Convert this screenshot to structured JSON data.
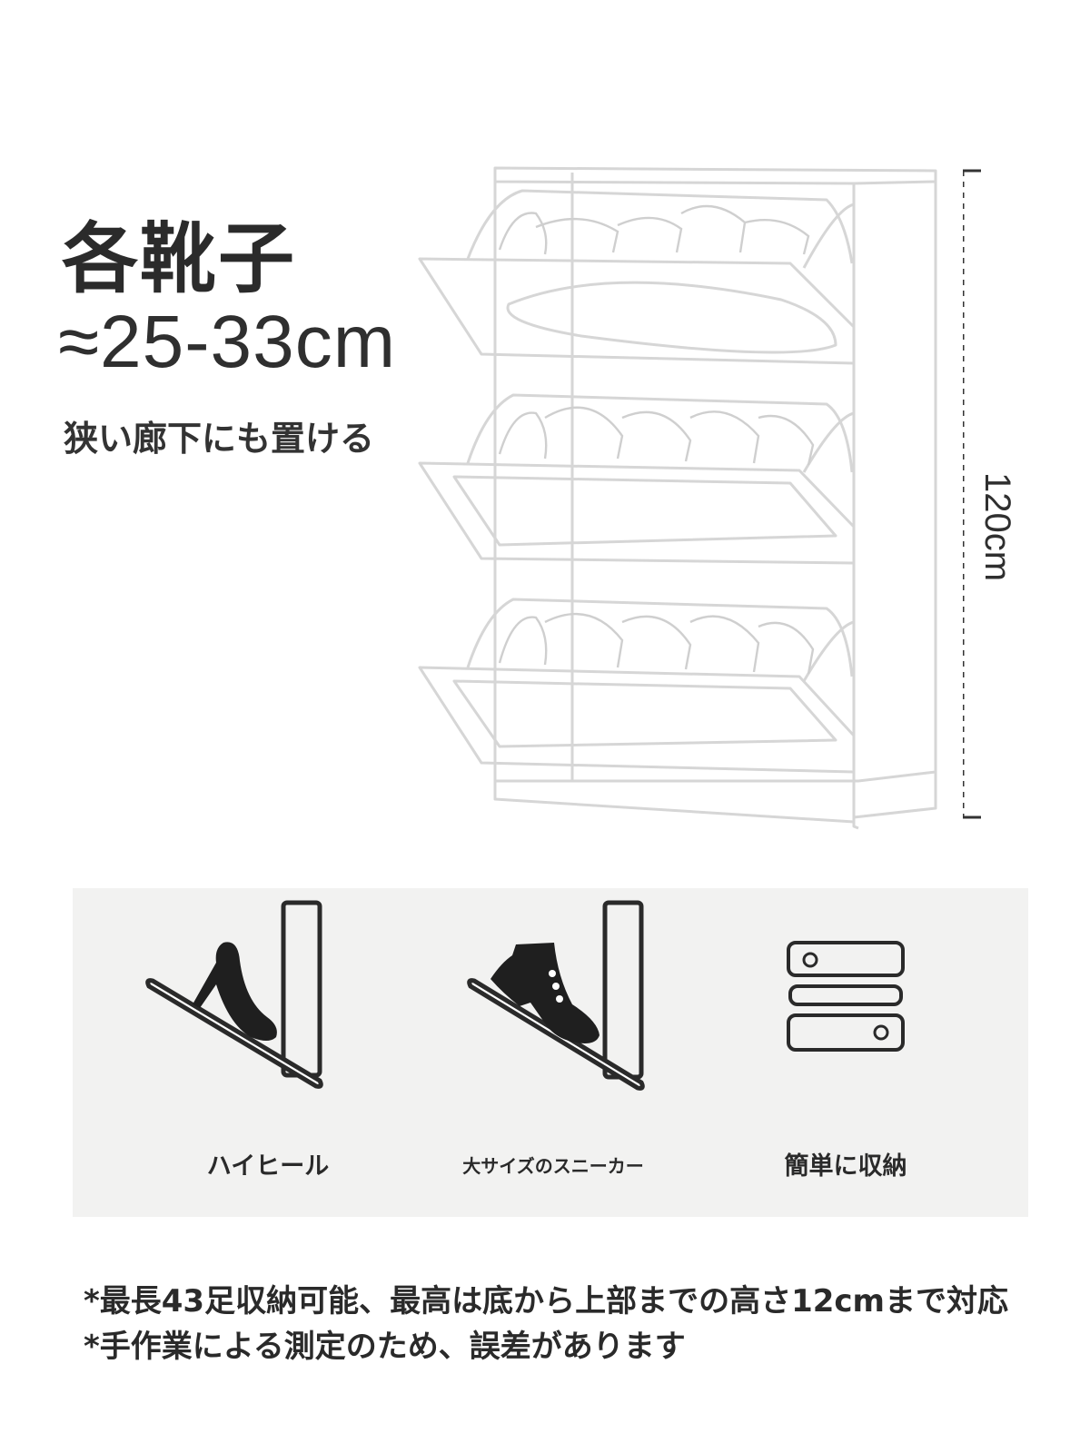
{
  "headline": "各靴子",
  "size_range": "≈25-33cm",
  "tagline": "狭い廊下にも置ける",
  "height_label": "120cm",
  "features": [
    {
      "label": "ハイヒール",
      "icon": "high-heel-icon"
    },
    {
      "label": "大サイズのスニーカー",
      "icon": "sneaker-boot-icon"
    },
    {
      "label": "簡単に収納",
      "icon": "drawer-stack-icon"
    }
  ],
  "footnote": "*最長43足収納可能、最高は底から上部までの高さ12cmまで対応*手作業による測定のため、誤差があります",
  "colors": {
    "line": "#d8d8d8",
    "ink": "#2a2a2a",
    "panel": "#f2f2f1"
  }
}
